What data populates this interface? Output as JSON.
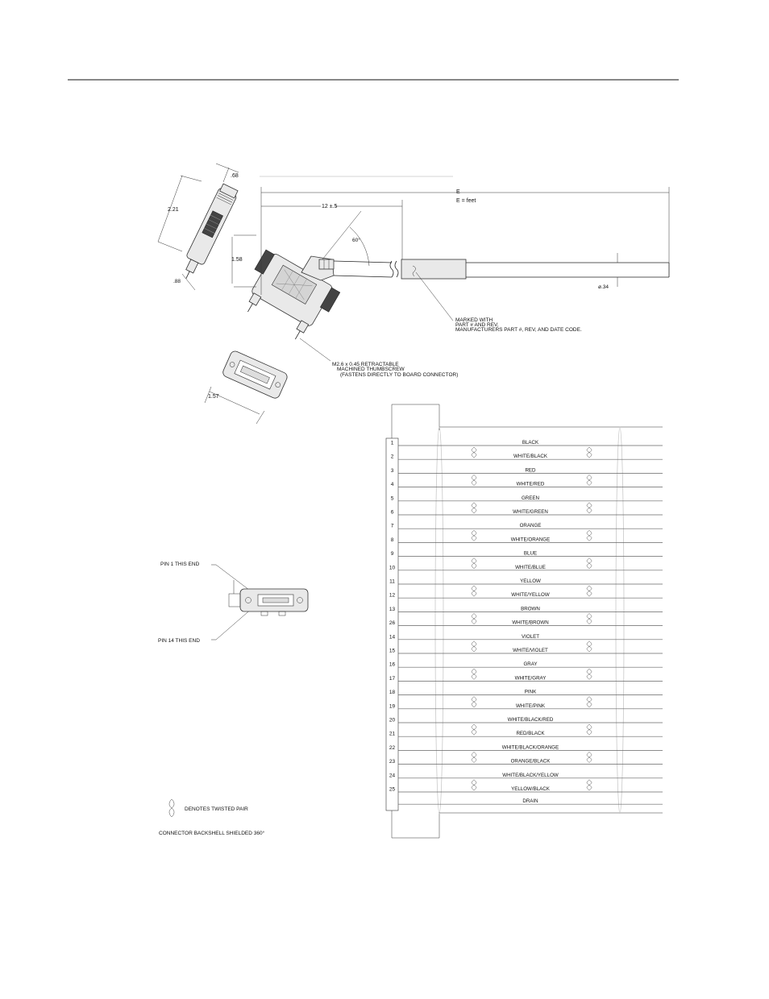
{
  "drawing": {
    "dimensions": {
      "d068": ".68",
      "d221": "2.21",
      "d088": ".88",
      "d158": "1.58",
      "d157": "1.57",
      "d12": "12 ±.5",
      "dE": "E",
      "dEfeet": "E = feet",
      "angle": "60°",
      "dia": "ø.34"
    },
    "notes": {
      "marked_line1": "MARKED WITH",
      "marked_line2": "PART # AND REV,",
      "marked_line3": "MANUFACTURERS PART #, REV, AND DATE CODE.",
      "screw_line1": "M2.6 x 0.45 RETRACTABLE",
      "screw_line2": "MACHINED THUMBSCREW",
      "screw_line3": "(FASTENS DIRECTLY TO BOARD CONNECTOR)",
      "pin1": "PIN 1 THIS END",
      "pin14": "PIN 14 THIS END",
      "legend_twisted": "DENOTES TWISTED PAIR",
      "backshell": "CONNECTOR BACKSHELL SHIELDED 360°"
    }
  },
  "wiring": {
    "rows": [
      {
        "pin": "1",
        "color": "BLACK"
      },
      {
        "pin": "2",
        "color": "WHITE/BLACK"
      },
      {
        "pin": "3",
        "color": "RED"
      },
      {
        "pin": "4",
        "color": "WHITE/RED"
      },
      {
        "pin": "5",
        "color": "GREEN"
      },
      {
        "pin": "6",
        "color": "WHITE/GREEN"
      },
      {
        "pin": "7",
        "color": "ORANGE"
      },
      {
        "pin": "8",
        "color": "WHITE/ORANGE"
      },
      {
        "pin": "9",
        "color": "BLUE"
      },
      {
        "pin": "10",
        "color": "WHITE/BLUE"
      },
      {
        "pin": "11",
        "color": "YELLOW"
      },
      {
        "pin": "12",
        "color": "WHITE/YELLOW"
      },
      {
        "pin": "13",
        "color": "BROWN"
      },
      {
        "pin": "26",
        "color": "WHITE/BROWN"
      },
      {
        "pin": "14",
        "color": "VIOLET"
      },
      {
        "pin": "15",
        "color": "WHITE/VIOLET"
      },
      {
        "pin": "16",
        "color": "GRAY"
      },
      {
        "pin": "17",
        "color": "WHITE/GRAY"
      },
      {
        "pin": "18",
        "color": "PINK"
      },
      {
        "pin": "19",
        "color": "WHITE/PINK"
      },
      {
        "pin": "20",
        "color": "WHITE/BLACK/RED"
      },
      {
        "pin": "21",
        "color": "RED/BLACK"
      },
      {
        "pin": "22",
        "color": "WHITE/BLACK/ORANGE"
      },
      {
        "pin": "23",
        "color": "ORANGE/BLACK"
      },
      {
        "pin": "24",
        "color": "WHITE/BLACK/YELLOW"
      },
      {
        "pin": "25",
        "color": "YELLOW/BLACK"
      }
    ],
    "drain": "DRAIN"
  }
}
